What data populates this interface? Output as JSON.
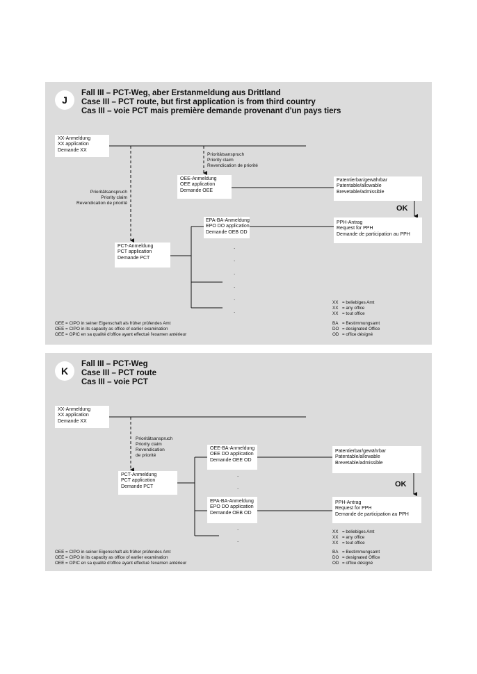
{
  "panel_j": {
    "badge": "J",
    "title_lines": [
      "Fall III – PCT-Weg, aber Erstanmeldung aus Drittland",
      "Case III – PCT route, but first application is from third country",
      "Cas III – voie PCT mais première demande provenant d'un pays tiers"
    ],
    "box_xx": [
      "XX-Anmeldung",
      "XX application",
      "Demande XX"
    ],
    "priority_right": [
      "Prioritätsanspruch",
      "Priority claim",
      "Revendication de priorité"
    ],
    "priority_left": [
      "Prioritätsanspruch",
      "Priority claim",
      "Revendication de priorité"
    ],
    "box_oee": [
      "OEE-Anmeldung",
      "OEE application",
      "Demande OEE"
    ],
    "box_patentable": [
      "Patentierbar/gewährbar",
      "Patentable/allowable",
      "Brevetable/admissible"
    ],
    "ok": "OK",
    "box_epa": [
      "EPA-BA-Anmeldung",
      "EPO DO application",
      "Demande OEB OD"
    ],
    "box_pph": [
      "PPH-Antrag",
      "Request for PPH",
      "Demande de participation au PPH"
    ],
    "box_pct": [
      "PCT-Anmeldung",
      "PCT application",
      "Demande PCT"
    ],
    "dots": [
      ".",
      ".",
      ".",
      ".",
      ".",
      "."
    ],
    "legend_left": [
      "OEE = CIPO in seiner Eigenschaft als früher prüfendes Amt",
      "OEE = CIPO in its capacity as office of earlier examination",
      "OEE = OPIC en sa qualité d'office ayant effectué l'examen antérieur"
    ],
    "legend_xx": [
      {
        "abbr": "XX",
        "text": "=  beliebiges Amt"
      },
      {
        "abbr": "XX",
        "text": "=  any office"
      },
      {
        "abbr": "XX",
        "text": "=  tout office"
      }
    ],
    "legend_ba": [
      {
        "abbr": "BA",
        "text": "=  Bestimmungsamt"
      },
      {
        "abbr": "DO",
        "text": "=  designated Office"
      },
      {
        "abbr": "OD",
        "text": "=  office désigné"
      }
    ]
  },
  "panel_k": {
    "badge": "K",
    "title_lines": [
      "Fall III – PCT-Weg",
      "Case III – PCT route",
      "Cas III – voie PCT"
    ],
    "box_xx": [
      "XX-Anmeldung",
      "XX application",
      "Demande XX"
    ],
    "priority": [
      "Prioritätsanspruch",
      "Priority claim",
      "Revendication",
      "de priorité"
    ],
    "box_pct": [
      "PCT-Anmeldung",
      "PCT application",
      "Demande PCT"
    ],
    "box_oee_ba": [
      "OEE-BA-Anmeldung",
      "OEE DO application",
      "Demande OEE OD"
    ],
    "box_epa": [
      "EPA-BA-Anmeldung",
      "EPO DO application",
      "Demande OEB OD"
    ],
    "box_patentable": [
      "Patentierbar/gewährbar",
      "Patentable/allowable",
      "Brevetable/admissible"
    ],
    "ok": "OK",
    "box_pph": [
      "PPH-Antrag",
      "Request for PPH",
      "Demande de participation au PPH"
    ],
    "dots": [
      ".",
      ".",
      ".",
      "."
    ],
    "legend_left": [
      "OEE = CIPO in seiner Eigenschaft als früher prüfendes Amt",
      "OEE = CIPO in its capacity as office of earlier examination",
      "OEE = OPIC en sa qualité d'office ayant effectué l'examen antérieur"
    ],
    "legend_xx": [
      {
        "abbr": "XX",
        "text": "=  beliebiges Amt"
      },
      {
        "abbr": "XX",
        "text": "=  any office"
      },
      {
        "abbr": "XX",
        "text": "=  tout office"
      }
    ],
    "legend_ba": [
      {
        "abbr": "BA",
        "text": "=  Bestimmungsamt"
      },
      {
        "abbr": "DO",
        "text": "=  designated Office"
      },
      {
        "abbr": "OD",
        "text": "=  office désigné"
      }
    ]
  }
}
